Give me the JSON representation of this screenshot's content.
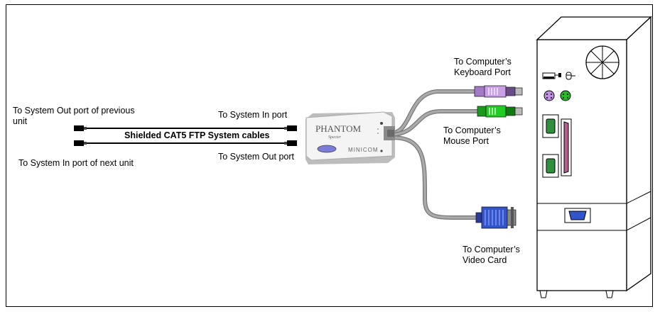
{
  "labels": {
    "system_out_prev": "To System Out port of previous unit",
    "system_in_next": "To System In port of next unit",
    "system_in_port": "To System In port",
    "system_out_port": "To System Out port",
    "cable_caption": "Shielded CAT5 FTP System cables",
    "keyboard_port": "To Computer’s Keyboard Port",
    "mouse_port": "To Computer’s Mouse Port",
    "video_card": "To Computer’s Video Card"
  },
  "device": {
    "brand": "PHANTOM",
    "model": "Specter",
    "maker": "MINICOM"
  },
  "colors": {
    "keyboard_plug": "#c9a0e8",
    "mouse_plug": "#22cc22",
    "vga_plug": "#3355cc",
    "cable_gray": "#999999",
    "tower_body": "#ffffff"
  }
}
